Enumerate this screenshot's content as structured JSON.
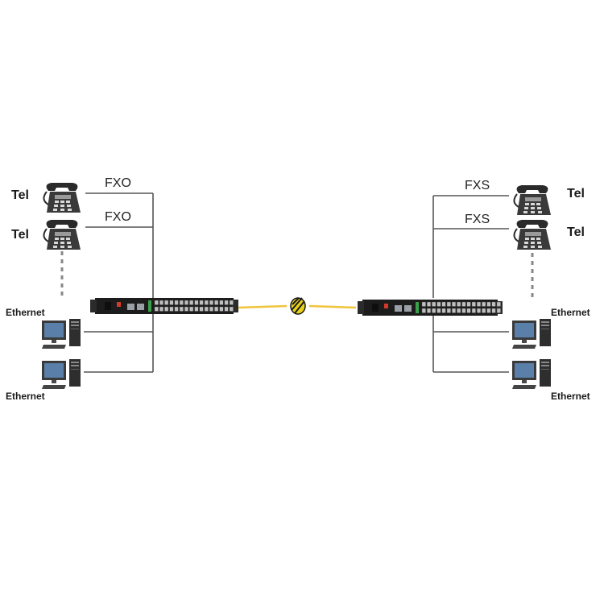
{
  "left": {
    "phones": [
      {
        "label": "Tel",
        "line": "FXO"
      },
      {
        "label": "Tel",
        "line": "FXO"
      }
    ],
    "computers": [
      {
        "label": "Ethernet"
      },
      {
        "label": "Ethernet"
      }
    ]
  },
  "right": {
    "phones": [
      {
        "label": "Tel",
        "line": "FXS"
      },
      {
        "label": "Tel",
        "line": "FXS"
      }
    ],
    "computers": [
      {
        "label": "Ethernet"
      },
      {
        "label": "Ethernet"
      }
    ]
  },
  "colors": {
    "line": "#555555",
    "fiber": "#f0c43a",
    "device": "#1c1c1c",
    "port_green": "#3aa14a",
    "fiber_knot": "#e8d21c"
  },
  "icons": {
    "phone": "telephone-icon",
    "computer": "desktop-computer-icon",
    "device": "pcm-multiplexer-icon",
    "fiber": "fiber-coil-icon"
  }
}
